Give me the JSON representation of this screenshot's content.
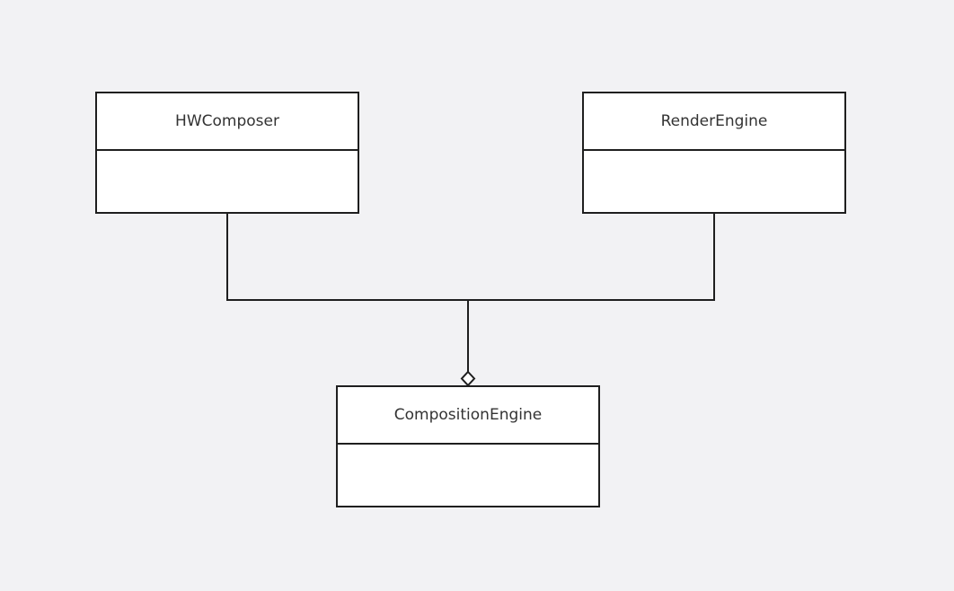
{
  "diagram": {
    "type": "uml-class-diagram",
    "classes": [
      {
        "id": "hwcomposer",
        "name": "HWComposer",
        "attributes": []
      },
      {
        "id": "renderengine",
        "name": "RenderEngine",
        "attributes": []
      },
      {
        "id": "compositionengine",
        "name": "CompositionEngine",
        "attributes": []
      }
    ],
    "relations": [
      {
        "type": "aggregation",
        "whole": "compositionengine",
        "part": "hwcomposer"
      },
      {
        "type": "aggregation",
        "whole": "compositionengine",
        "part": "renderengine"
      }
    ]
  }
}
